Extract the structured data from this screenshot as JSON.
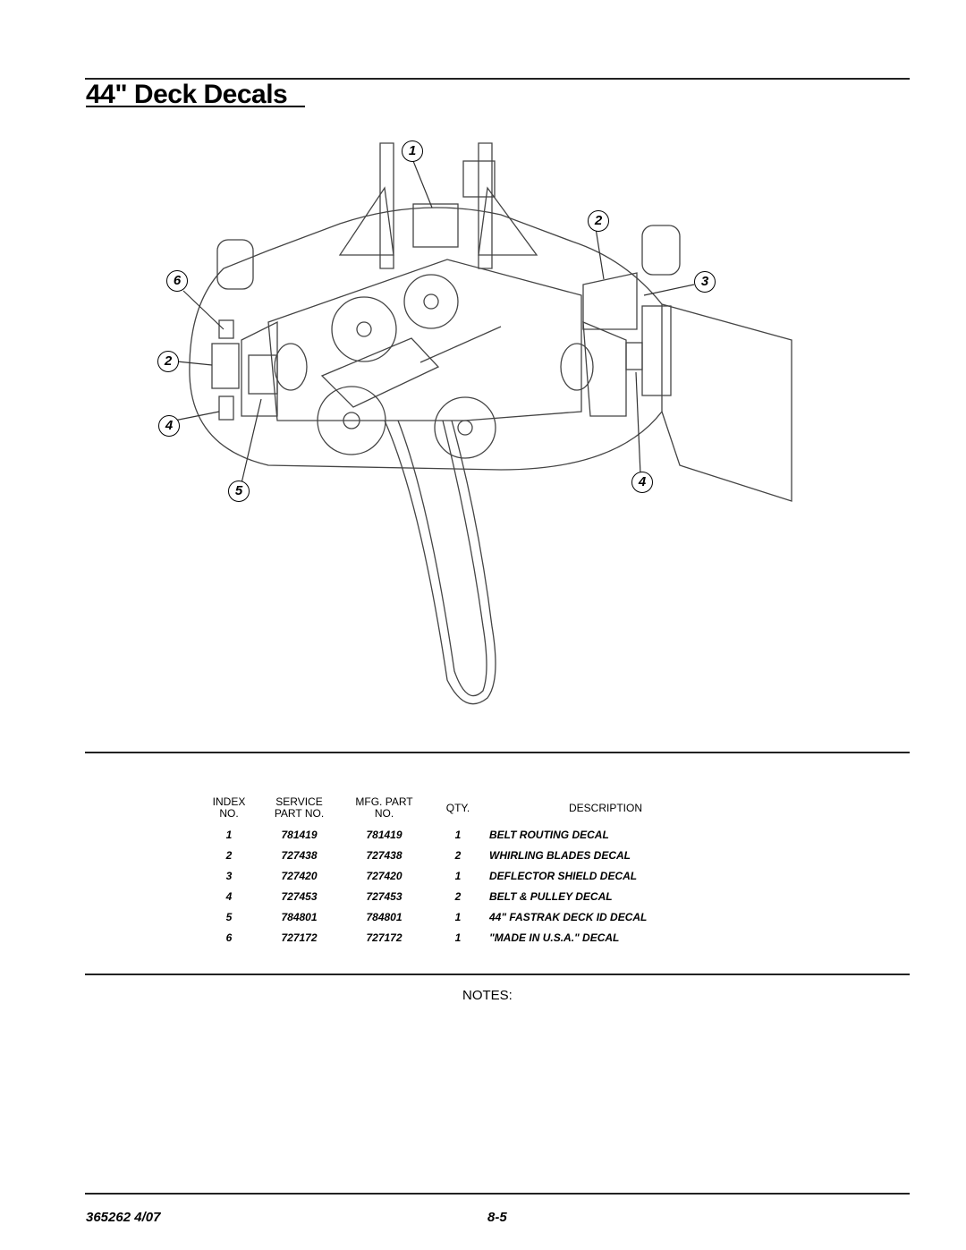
{
  "page": {
    "title": "44\" Deck Decals"
  },
  "diagram": {
    "callouts": [
      "1",
      "2",
      "3",
      "6",
      "2",
      "4",
      "5",
      "4"
    ]
  },
  "parts_table": {
    "headers": {
      "index": "INDEX\nNO.",
      "service": "SERVICE\nPART NO.",
      "mfg": "MFG. PART\nNO.",
      "qty": "QTY.",
      "description": "DESCRIPTION"
    },
    "rows": [
      {
        "index": "1",
        "service": "781419",
        "mfg": "781419",
        "qty": "1",
        "description": "BELT ROUTING DECAL"
      },
      {
        "index": "2",
        "service": "727438",
        "mfg": "727438",
        "qty": "2",
        "description": "WHIRLING BLADES DECAL"
      },
      {
        "index": "3",
        "service": "727420",
        "mfg": "727420",
        "qty": "1",
        "description": "DEFLECTOR SHIELD DECAL"
      },
      {
        "index": "4",
        "service": "727453",
        "mfg": "727453",
        "qty": "2",
        "description": "BELT & PULLEY DECAL"
      },
      {
        "index": "5",
        "service": "784801",
        "mfg": "784801",
        "qty": "1",
        "description": "44\" FASTRAK DECK ID DECAL"
      },
      {
        "index": "6",
        "service": "727172",
        "mfg": "727172",
        "qty": "1",
        "description": "\"MADE IN U.S.A.\" DECAL"
      }
    ]
  },
  "notes_label": "NOTES:",
  "footer": {
    "doc_number": "365262 4/07",
    "page_number": "8-5"
  }
}
